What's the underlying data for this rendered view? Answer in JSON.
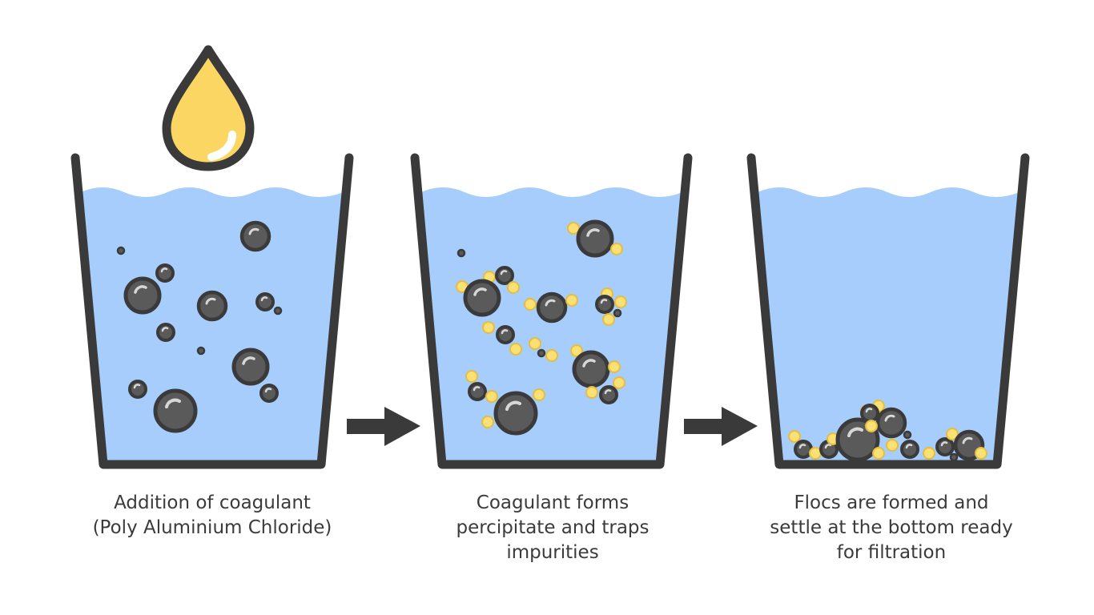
{
  "steps": [
    {
      "caption_lines": [
        "Addition of coagulant",
        "(Poly Aluminium Chloride)"
      ]
    },
    {
      "caption_lines": [
        "Coagulant forms",
        "percipitate and traps",
        "impurities"
      ]
    },
    {
      "caption_lines": [
        "Flocs are formed and",
        "settle at the bottom ready",
        "for filtration"
      ]
    }
  ],
  "colors": {
    "water": "#a6cdfb",
    "outline": "#3a3a3a",
    "impurity": "#5a5a5a",
    "coagulant": "#fbe073",
    "drop": "#fcd662"
  },
  "icons": [
    "coagulant-drop-icon",
    "arrow-right-icon"
  ]
}
